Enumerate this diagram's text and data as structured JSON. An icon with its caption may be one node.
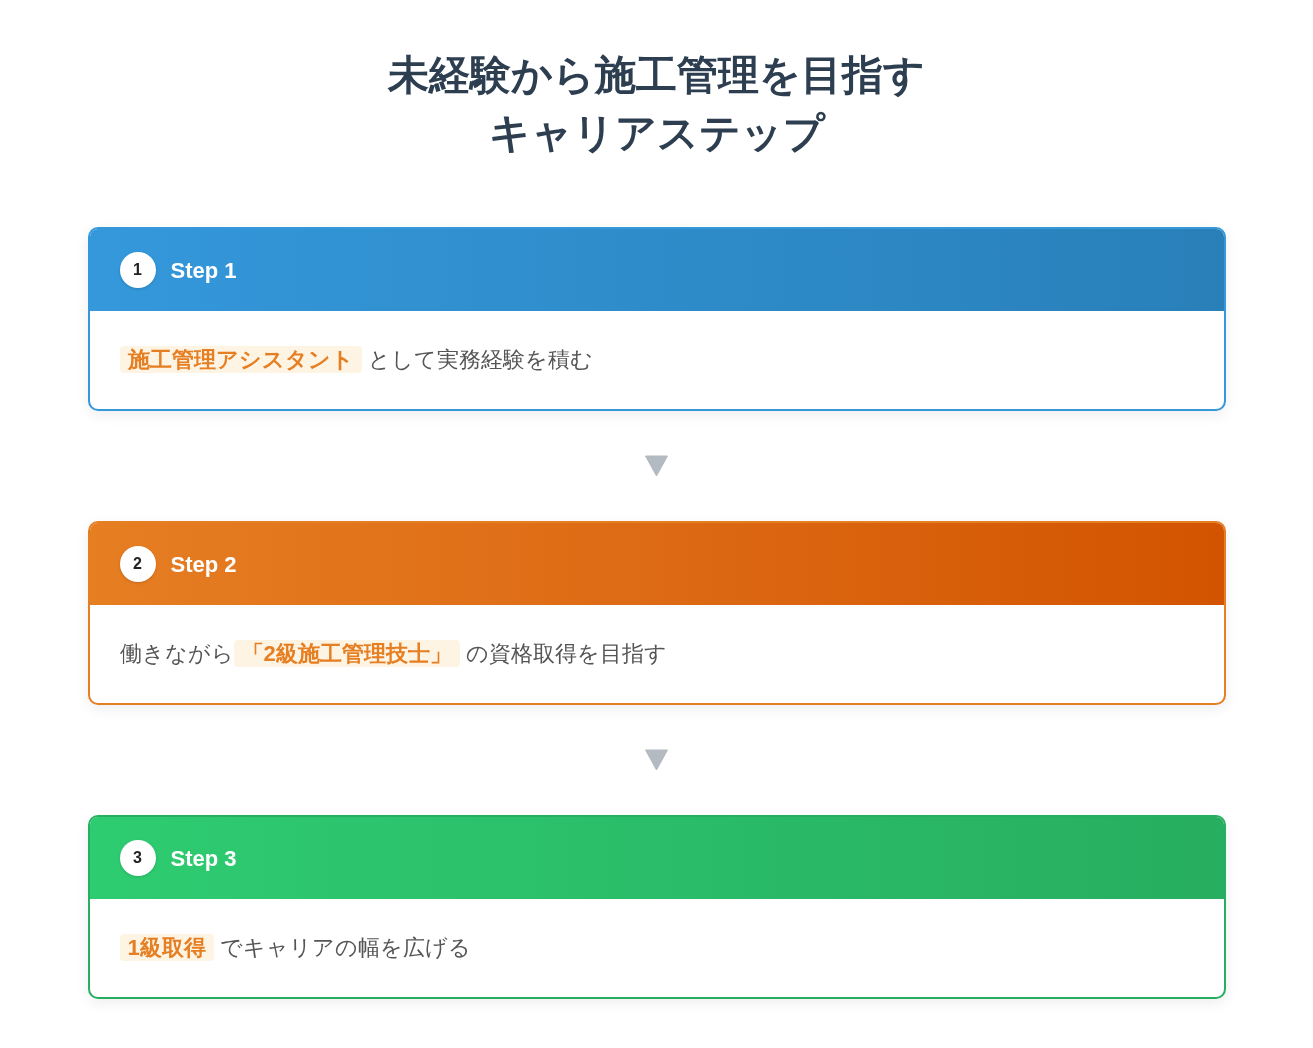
{
  "diagram": {
    "title": "未経験から施工管理を目指すキャリアステップ",
    "nodes": [
      {
        "text": [
          "Step 1",
          "**施工管理アシスタント** として実務経験を積む"
        ]
      },
      {
        "text": [
          "1"
        ],
        "in": 0
      },
      {
        "text": [
          "Step 2",
          "働きながら**「2級施工管理技士」** の資格取得を目指す"
        ]
      },
      {
        "text": [
          "2"
        ],
        "in": 2
      },
      {
        "text": [
          "Step 3",
          "**1級取得** でキャリアの幅を広げる"
        ]
      },
      {
        "text": [
          "3"
        ],
        "in": 4
      }
    ],
    "edges": [
      {
        "from": 0,
        "to": 2,
        "arrow": "to"
      },
      {
        "from": 2,
        "to": 4,
        "arrow": "to"
      }
    ]
  }
}
